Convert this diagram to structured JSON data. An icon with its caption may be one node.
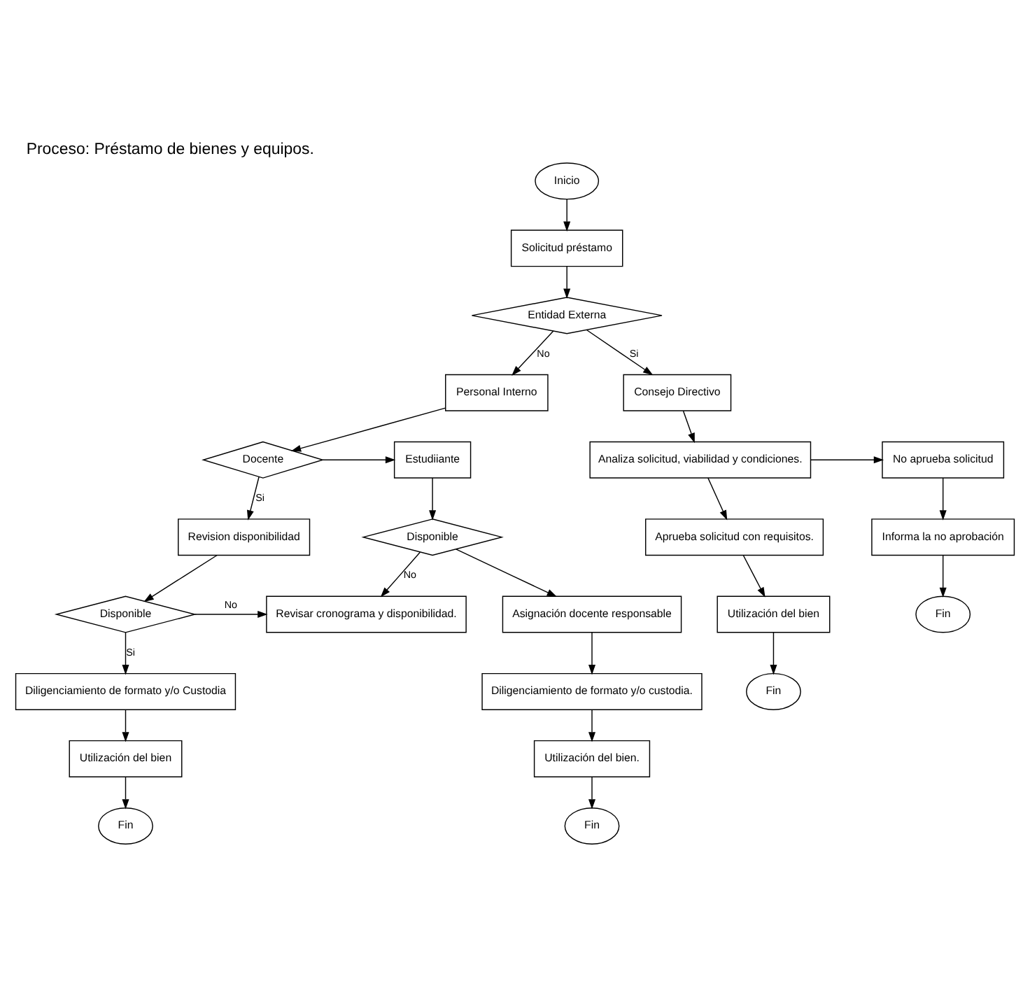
{
  "diagram": {
    "title": "Proceso: Préstamo de bienes y equipos.",
    "nodes": [
      {
        "text": [
          "Inicio"
        ]
      },
      {
        "text": [
          "Solicitud préstamo"
        ]
      },
      {
        "text": [
          "Entidad Externa"
        ]
      },
      {
        "text": [
          "Personal Interno"
        ]
      },
      {
        "text": [
          "Docente"
        ]
      },
      {
        "text": [
          "Estudiiante"
        ]
      },
      {
        "text": [
          "Revision disponibilidad"
        ]
      },
      {
        "text": [
          "Disponible"
        ]
      },
      {
        "text": [
          "Disponible"
        ]
      },
      {
        "text": [
          "Revisar cronograma y disponibilidad."
        ]
      },
      {
        "text": [
          "Asignación docente responsable"
        ]
      },
      {
        "text": [
          "Diligenciamiento de formato y/o custodia."
        ]
      },
      {
        "text": [
          "Utilización del bien."
        ]
      },
      {
        "text": [
          "Fin"
        ]
      },
      {
        "text": [
          "Diligenciamiento de formato y/o Custodia"
        ]
      },
      {
        "text": [
          "Utilización del bien"
        ]
      },
      {
        "text": [
          "Fin"
        ]
      },
      {
        "text": [
          "Consejo Directivo"
        ]
      },
      {
        "text": [
          "Analiza solicitud, viabilidad y condiciones."
        ]
      },
      {
        "text": [
          "No aprueba solicitud"
        ]
      },
      {
        "text": [
          "Aprueba solicitud con requisitos."
        ]
      },
      {
        "text": [
          "Utilización del bien"
        ]
      },
      {
        "text": [
          "Fin"
        ]
      },
      {
        "text": [
          "Informa la no aprobación"
        ]
      },
      {
        "text": [
          "Fin"
        ]
      }
    ],
    "edges": [
      {
        "from": 0,
        "to": 1,
        "arrow": "to"
      },
      {
        "from": 1,
        "to": 2,
        "arrow": "to"
      },
      {
        "from": 2,
        "to": 3,
        "label": "No",
        "arrow": "to"
      },
      {
        "from": 2,
        "to": 17,
        "label": "Si",
        "arrow": "to"
      },
      {
        "from": 3,
        "to": 4,
        "arrow": "to"
      },
      {
        "from": 4,
        "to": 5,
        "arrow": "to"
      },
      {
        "from": 4,
        "to": 6,
        "label": "Si",
        "arrow": "to"
      },
      {
        "from": 5,
        "to": 7,
        "arrow": "to"
      },
      {
        "from": 6,
        "to": 8,
        "arrow": "to"
      },
      {
        "from": 7,
        "to": 9,
        "label": "No",
        "arrow": "to"
      },
      {
        "from": 8,
        "to": 9,
        "label": "No",
        "arrow": "to"
      },
      {
        "from": 7,
        "to": 10,
        "arrow": "to"
      },
      {
        "from": 10,
        "to": 11,
        "arrow": "to"
      },
      {
        "from": 11,
        "to": 12,
        "arrow": "to"
      },
      {
        "from": 12,
        "to": 13,
        "arrow": "to"
      },
      {
        "from": 8,
        "to": 14,
        "label": "Si",
        "arrow": "to"
      },
      {
        "from": 14,
        "to": 15,
        "arrow": "to"
      },
      {
        "from": 15,
        "to": 16,
        "arrow": "to"
      },
      {
        "from": 17,
        "to": 18,
        "arrow": "to"
      },
      {
        "from": 18,
        "to": 19,
        "arrow": "to"
      },
      {
        "from": 18,
        "to": 20,
        "arrow": "to"
      },
      {
        "from": 20,
        "to": 21,
        "arrow": "to"
      },
      {
        "from": 21,
        "to": 22,
        "arrow": "to"
      },
      {
        "from": 19,
        "to": 23,
        "arrow": "to"
      },
      {
        "from": 23,
        "to": 24,
        "arrow": "to"
      }
    ]
  }
}
